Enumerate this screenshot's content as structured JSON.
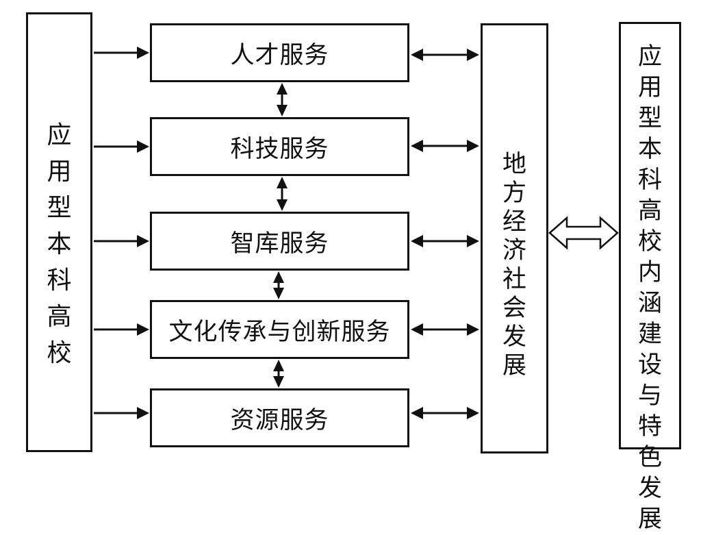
{
  "left_box": {
    "label": "应用型本科高校"
  },
  "services": [
    {
      "label": "人才服务"
    },
    {
      "label": "科技服务"
    },
    {
      "label": "智库服务"
    },
    {
      "label": "文化传承与创新服务"
    },
    {
      "label": "资源服务"
    }
  ],
  "middle_box": {
    "label": "地方经济社会发展"
  },
  "right_box": {
    "label": "应用型本科高校内涵建设与特色发展"
  },
  "colors": {
    "line": "#111111",
    "background": "#ffffff"
  }
}
